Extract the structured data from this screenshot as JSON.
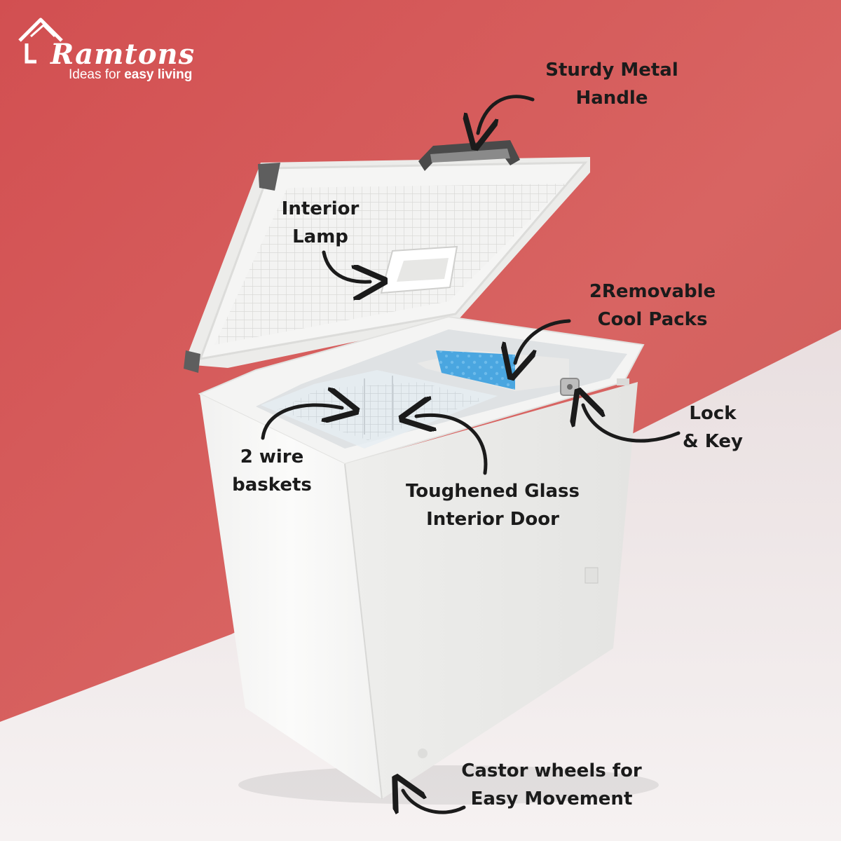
{
  "brand": {
    "name": "Ramtons",
    "tagline_prefix": "Ideas for",
    "tagline_bold": "easy living"
  },
  "callouts": {
    "handle": [
      "Sturdy Metal",
      "Handle"
    ],
    "lamp": [
      "Interior",
      "Lamp"
    ],
    "cool_packs": [
      "2Removable",
      "Cool Packs"
    ],
    "lock": [
      "Lock",
      "& Key"
    ],
    "baskets": [
      "2 wire",
      "baskets"
    ],
    "glass_door": [
      "Toughened Glass",
      "Interior Door"
    ],
    "castors": [
      "Castor wheels for",
      "Easy Movement"
    ]
  },
  "colors": {
    "wall": "#cf5a57",
    "floor": "#efe7e8",
    "freezer": "#f7f7f6",
    "label_text": "#1b1b1b",
    "cool_pack": "#4aa6e0"
  },
  "icons": {
    "logo": "house-roof-logo-icon",
    "arrows": "curved-pointer-arrow-icon"
  }
}
